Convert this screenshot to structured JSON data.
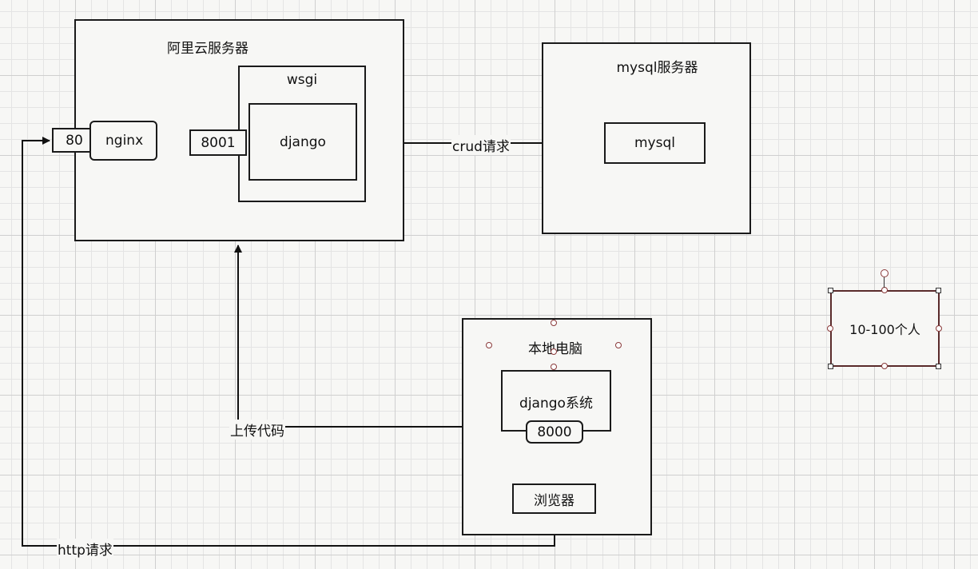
{
  "aliyun": {
    "title": "阿里云服务器"
  },
  "wsgi": {
    "title": "wsgi"
  },
  "django": {
    "label": "django"
  },
  "port_80": {
    "label": "80"
  },
  "nginx": {
    "label": "nginx"
  },
  "port_8001": {
    "label": "8001"
  },
  "mysql_server": {
    "title": "mysql服务器"
  },
  "mysql": {
    "label": "mysql"
  },
  "local_pc": {
    "title": "本地电脑"
  },
  "django_system": {
    "label": "django系统"
  },
  "port_8000": {
    "label": "8000"
  },
  "browser": {
    "label": "浏览器"
  },
  "selected_shape": {
    "label": "10-100个人"
  },
  "edges": {
    "crud": "crud请求",
    "upload": "上传代码",
    "http": "http请求"
  }
}
